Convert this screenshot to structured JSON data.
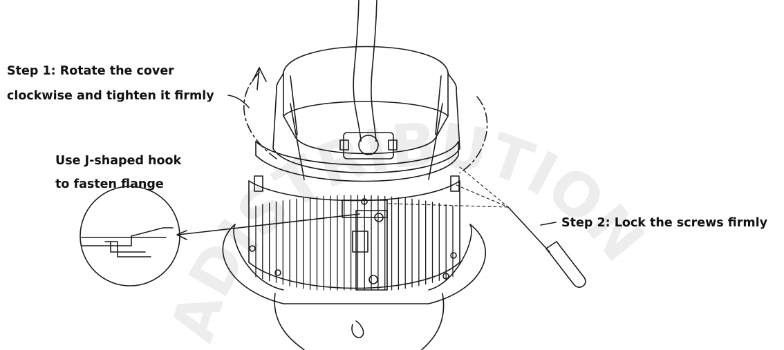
{
  "labels": {
    "step1_line1": "Step 1: Rotate the cover",
    "step1_line2": "clockwise and tighten it firmly",
    "hook_line1": "Use J-shaped hook",
    "hook_line2": "to fasten flange",
    "step2": "Step 2: Lock the screws firmly"
  },
  "watermark_text": "ADISTRIBUTION",
  "colors": {
    "line": "#1a1a1a",
    "watermark": "#ececec",
    "text": "#111111"
  }
}
